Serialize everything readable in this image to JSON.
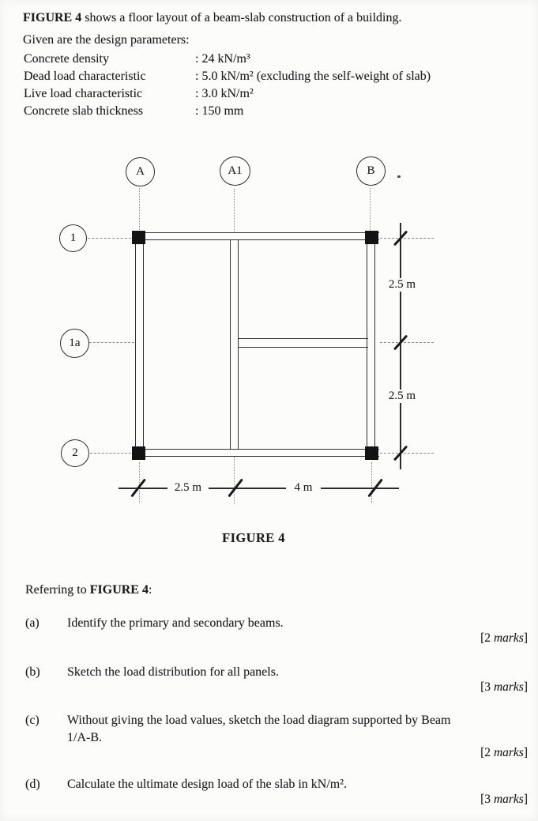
{
  "intro": {
    "bold": "FIGURE 4",
    "rest": " shows a floor layout of a beam-slab construction of a building."
  },
  "given": "Given are the design parameters:",
  "parameters": [
    {
      "label": "Concrete density",
      "value": ": 24 kN/m³"
    },
    {
      "label": "Dead load characteristic",
      "value": ": 5.0 kN/m² (excluding the self-weight of slab)"
    },
    {
      "label": "Live load characteristic",
      "value": ": 3.0 kN/m²"
    },
    {
      "label": "Concrete slab thickness",
      "value": ": 150 mm"
    }
  ],
  "figure": {
    "caption": "FIGURE 4",
    "column_labels": [
      "A",
      "A1",
      "B"
    ],
    "row_labels": [
      "1",
      "1a",
      "2"
    ],
    "right_dims": [
      "2.5 m",
      "2.5 m"
    ],
    "bottom_dims": [
      "2.5 m",
      "4 m"
    ]
  },
  "referring": {
    "prefix": "Referring to ",
    "bold": "FIGURE 4",
    "suffix": ":"
  },
  "questions": [
    {
      "id": "(a)",
      "lines": [
        "Identify the primary and secondary beams."
      ],
      "marks_open": "[2 ",
      "marks_word": "marks",
      "marks_close": "]"
    },
    {
      "id": "(b)",
      "lines": [
        "Sketch the load distribution for all panels."
      ],
      "marks_open": "[3 ",
      "marks_word": "marks",
      "marks_close": "]"
    },
    {
      "id": "(c)",
      "lines": [
        "Without giving the load values, sketch the load diagram supported by Beam",
        "1/A-B."
      ],
      "marks_open": "[2 ",
      "marks_word": "marks",
      "marks_close": "]"
    },
    {
      "id": "(d)",
      "lines": [
        "Calculate the ultimate design load of the slab in kN/m²."
      ],
      "marks_open": "[3 ",
      "marks_word": "marks",
      "marks_close": "]"
    }
  ]
}
